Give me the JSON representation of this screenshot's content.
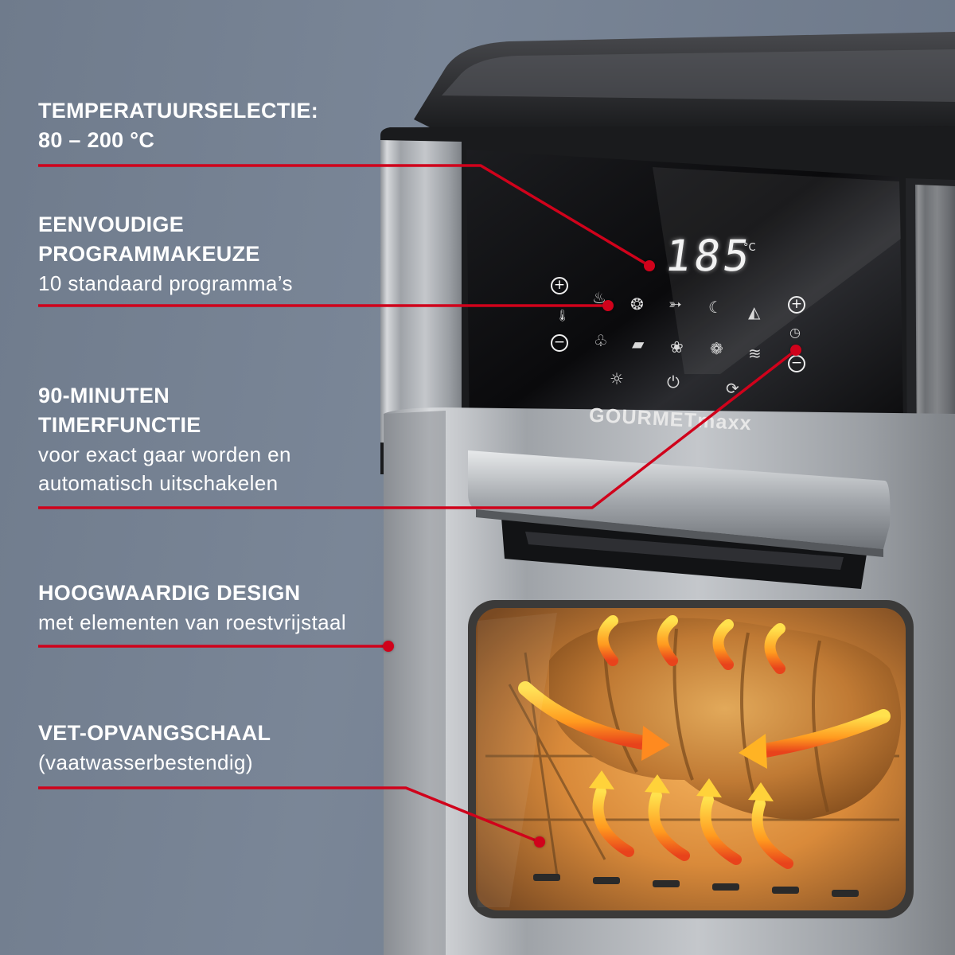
{
  "features": [
    {
      "title_lines": [
        "TEMPERATUURSELECTIE:",
        "80 – 200 °C"
      ],
      "sub_lines": []
    },
    {
      "title_lines": [
        "EENVOUDIGE",
        "PROGRAMMAKEUZE"
      ],
      "sub_lines": [
        "10 standaard programma’s"
      ]
    },
    {
      "title_lines": [
        "90-MINUTEN",
        "TIMERFUNCTIE"
      ],
      "sub_lines": [
        "voor exact gaar worden en",
        "automatisch uitschakelen"
      ]
    },
    {
      "title_lines": [
        "HOOGWAARDIG DESIGN"
      ],
      "sub_lines": [
        "met elementen van roestvrijstaal"
      ]
    },
    {
      "title_lines": [
        "VET-OPVANGSCHAAL"
      ],
      "sub_lines": [
        "(vaatwasserbestendig)"
      ]
    }
  ],
  "product": {
    "display_value": "185",
    "display_unit": "°C",
    "brand": "GOURMETmaxx",
    "panel_icons": [
      "plus-icon",
      "minus-icon",
      "thermometer-icon",
      "fries-icon",
      "chicken-icon",
      "fish-icon",
      "shrimp-icon",
      "pizza-icon",
      "drumstick-icon",
      "cake-icon",
      "vegetables-icon",
      "steak-icon",
      "dehydrate-icon",
      "timer-icon",
      "light-icon",
      "power-icon",
      "rotisserie-icon"
    ]
  },
  "colors": {
    "accent": "#d0021b",
    "background": "#747f90",
    "text": "#ffffff"
  }
}
